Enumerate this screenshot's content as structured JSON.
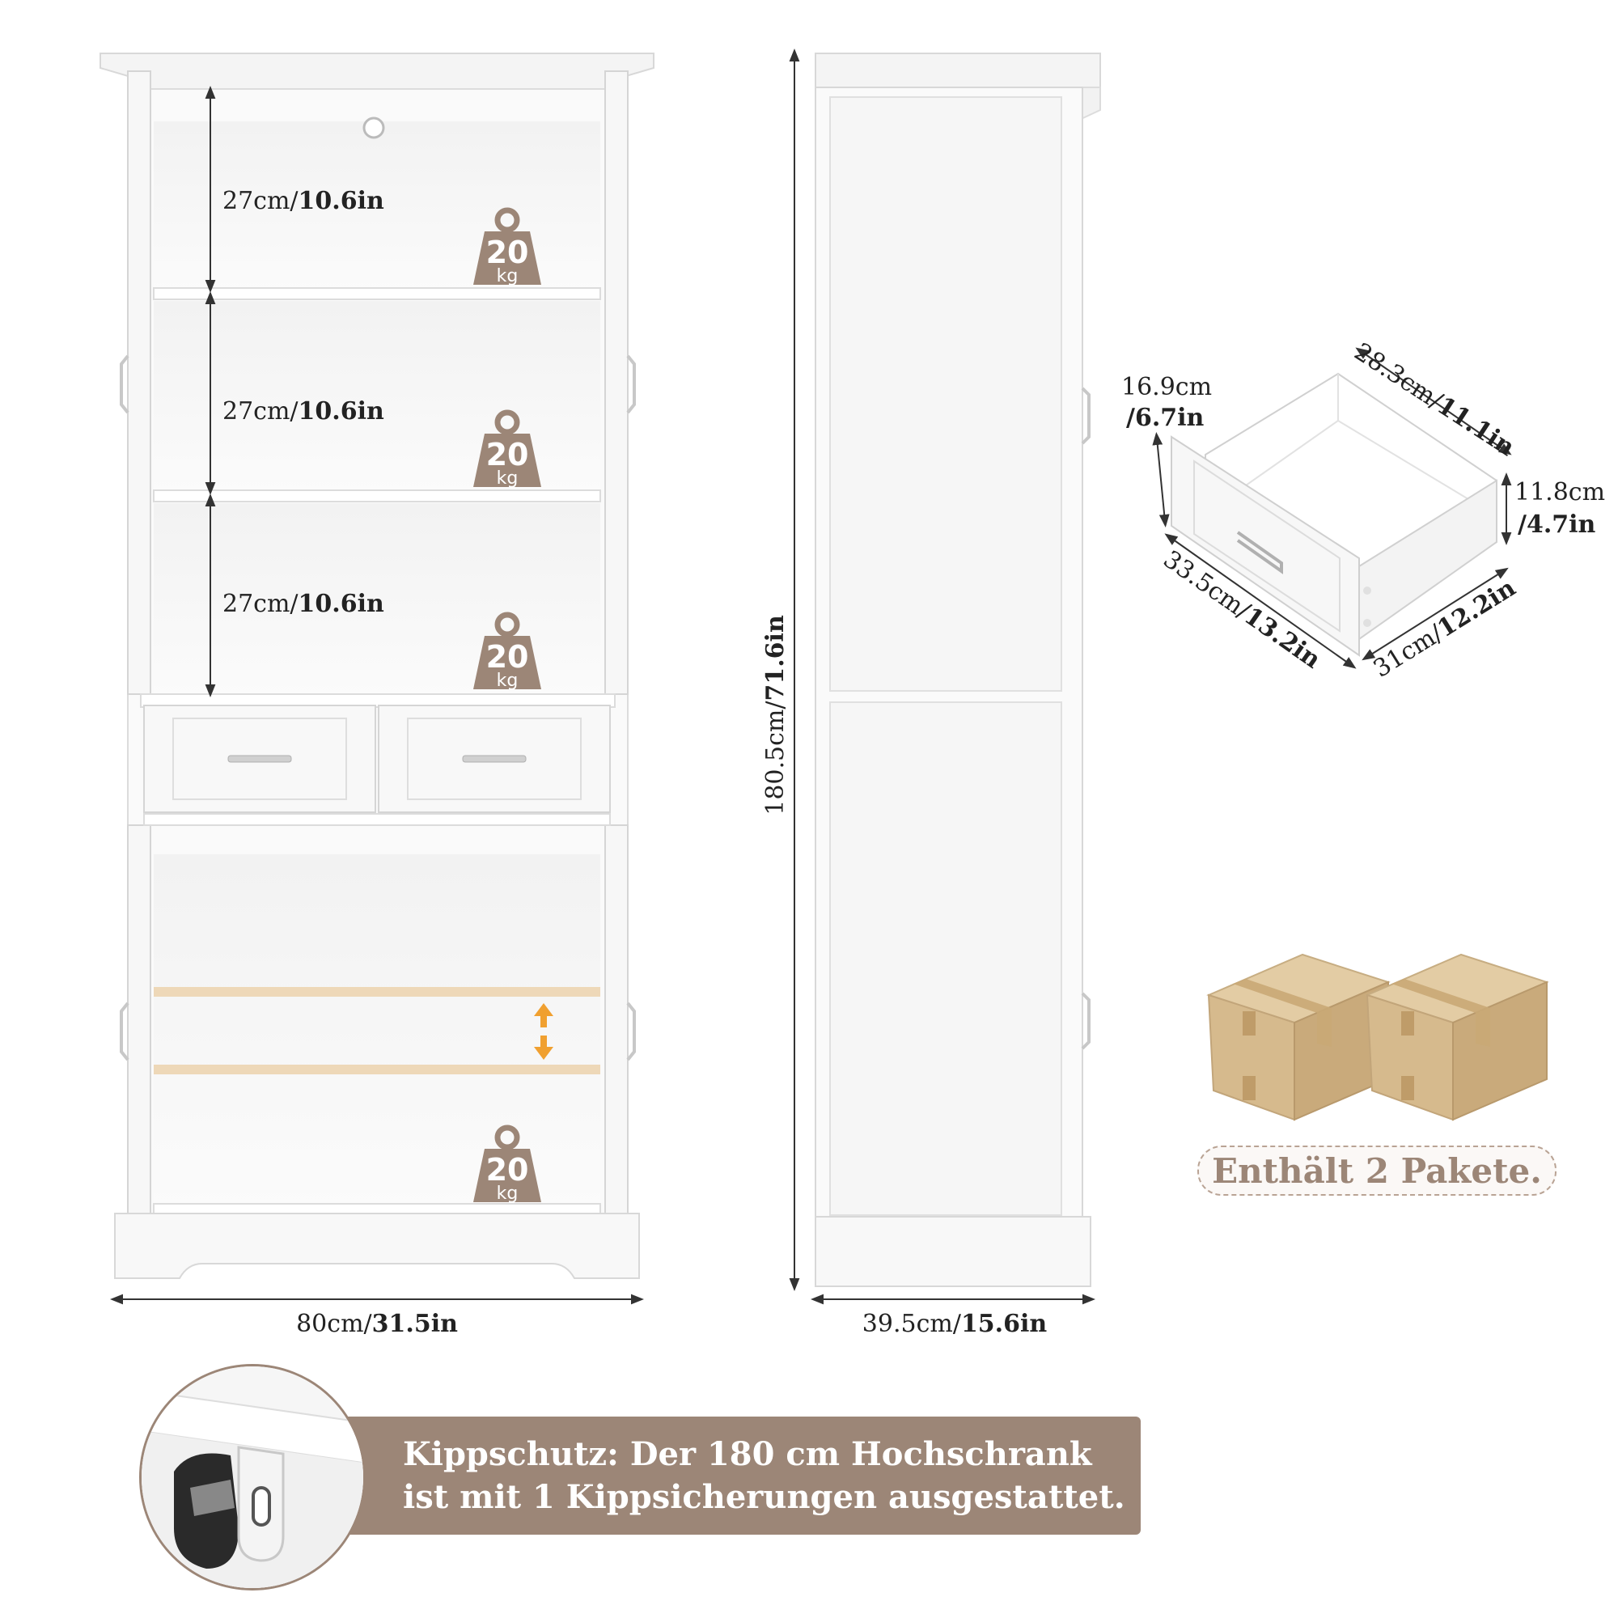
{
  "cabinet_front": {
    "shelf_heights": [
      "27cm/",
      "27cm/",
      "27cm/"
    ],
    "shelf_heights_in": [
      "10.6in",
      "10.6in",
      "10.6in"
    ],
    "weight_capacity": {
      "value": "20",
      "unit": "kg"
    },
    "width_cm": "80cm/",
    "width_in": "31.5in"
  },
  "cabinet_side": {
    "height_cm": "180.5cm/",
    "height_in": "71.6in",
    "depth_cm": "39.5cm/",
    "depth_in": "15.6in"
  },
  "drawer": {
    "height_cm": "16.9cm",
    "height_in": "/6.7in",
    "back_width_cm": "28.3cm/",
    "back_width_in": "11.1in",
    "inner_height_cm": "11.8cm",
    "inner_height_in": "/4.7in",
    "front_width_cm": "33.5cm/",
    "front_width_in": "13.2in",
    "depth_cm": "31cm/",
    "depth_in": "12.2in"
  },
  "packages": {
    "label": "Enthält 2 Pakete.",
    "count": 2
  },
  "anti_tip": {
    "line1": "Kippschutz: Der 180 cm Hochschrank",
    "line2": "ist mit 1 Kippsicherungen ausgestattet."
  },
  "colors": {
    "accent_brown": "#9c8677",
    "box_cardboard": "#d4b98e",
    "cabinet_white": "#fafafa",
    "shelf_adjust_arrow": "#f0a030"
  }
}
